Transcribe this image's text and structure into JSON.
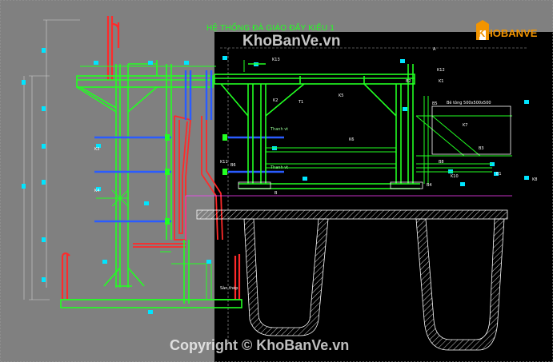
{
  "drawing": {
    "title": "HỆ THỐNG ĐÀ GIÁO ĐẨY KIỂU 1",
    "labels": {
      "k13": "K13",
      "k12": "K12",
      "k1": "K1",
      "k2": "K2",
      "k3": "K3",
      "k4": "K4",
      "k5": "K5",
      "k6": "K6",
      "k7": "K7",
      "k8": "K8",
      "k10": "K10",
      "k11": "K11",
      "t1": "T1",
      "b1": "B1",
      "b2": "B2",
      "b3": "B3",
      "b4": "B4",
      "b5": "B5",
      "b6": "B6",
      "b8": "B8",
      "a": "A",
      "b": "B",
      "thanh_vt_1": "Thanh vt",
      "thanh_vt_2": "Thanh vt",
      "san_thep": "Sàn thép",
      "be_tong": "Bê tông 500x500x500"
    }
  },
  "watermark": {
    "center_text": "KhoBanVe.vn",
    "bottom_text": "Copyright © KhoBanVe.vn",
    "logo_text": "KHOBANVE"
  },
  "colors": {
    "background_gray": "#808080",
    "background_black": "#000000",
    "frame_green": "#22ff22",
    "column_red": "#ff2a2a",
    "bolt_blue": "#2a5cff",
    "marker_cyan": "#00e5ff",
    "concrete_white": "#ffffff",
    "guide_magenta": "#ff40ff",
    "logo_orange": "#f29400",
    "logo_green": "#3fae2a"
  }
}
